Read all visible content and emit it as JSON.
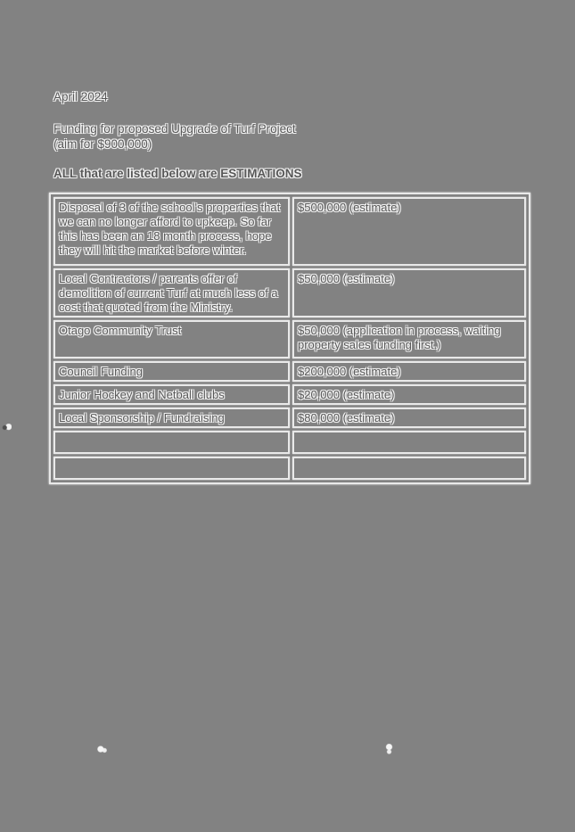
{
  "page": {
    "date": "April 2024",
    "title_line1": "Funding for proposed Upgrade of Turf Project",
    "title_line2": "(aim for $900,000)",
    "note": "ALL that are listed below are ESTIMATIONS"
  },
  "table": {
    "rows": [
      {
        "source": "Disposal of 3 of the school's properties that we can no longer afford to upkeep. So far this has been an 18 month process, hope they will hit the market before winter.",
        "amount": "$500,000 (estimate)"
      },
      {
        "source": "Local Contractors / parents offer of demolition of current Turf at much less of a cost that quoted from the Ministry.",
        "amount": "$50,000 (estimate)"
      },
      {
        "source": "Otago Community Trust",
        "amount": "$50,000 (application in process, waiting property sales funding first.)"
      },
      {
        "source": "Council Funding",
        "amount": "$200,000 (estimate)"
      },
      {
        "source": "Junior Hockey and Netball clubs",
        "amount": "$20,000 (estimate)"
      },
      {
        "source": "Local Sponsorship / Fundraising",
        "amount": "$80,000 (estimate)"
      },
      {
        "source": "",
        "amount": ""
      },
      {
        "source": "",
        "amount": ""
      }
    ]
  },
  "colors": {
    "background": "#828282",
    "text": "#585858",
    "halo": "#f2f2f2",
    "border": "#e9e9e9"
  }
}
